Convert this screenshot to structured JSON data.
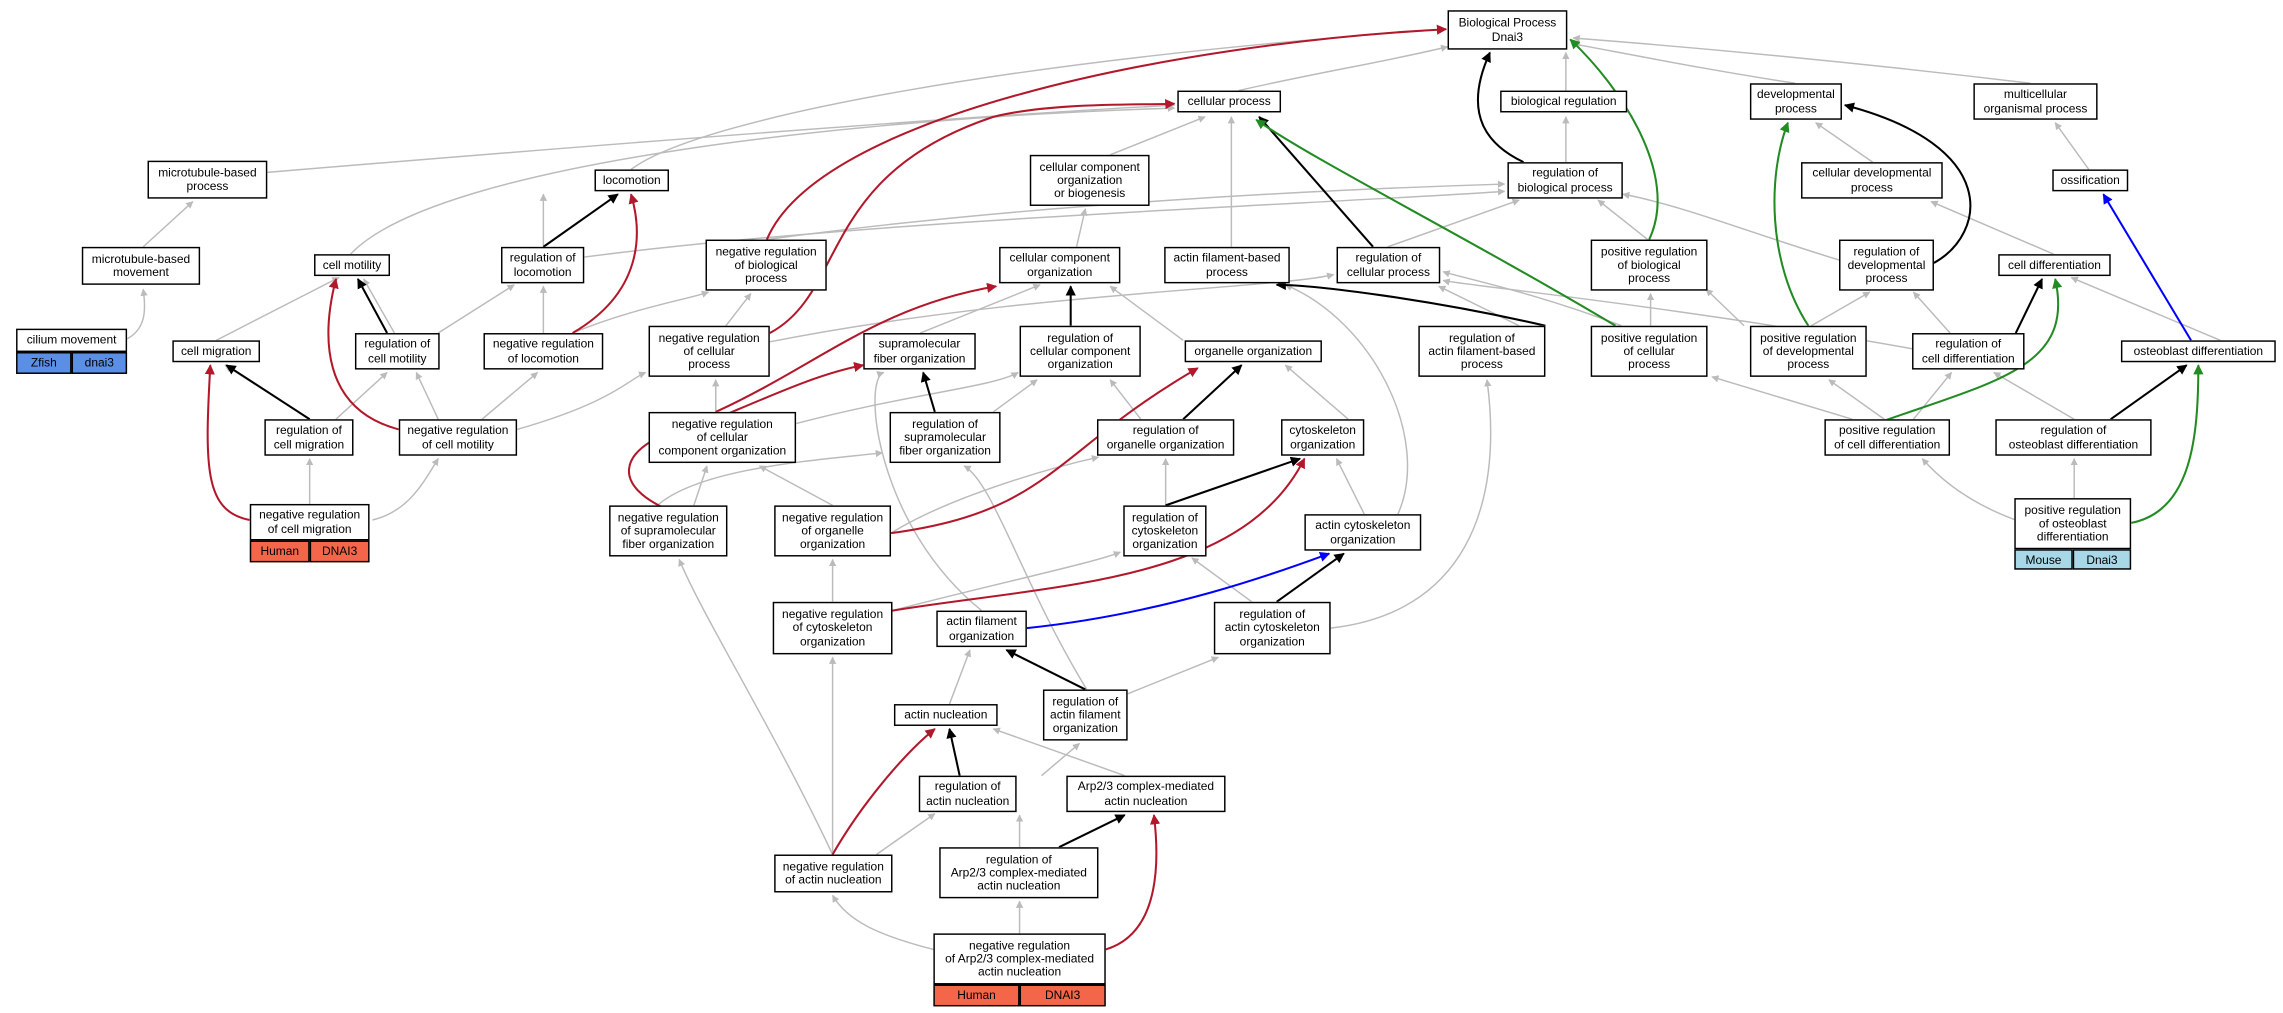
{
  "colors": {
    "regulates": "#b2182b",
    "positive": "#228b22",
    "negative_blue": "#0000ff",
    "is_a": "#000000",
    "gray": "#bbbbbb",
    "human": "#f4664a",
    "mouse": "#a8d8e8",
    "zfish": "#5b8fe6"
  },
  "nodes": {
    "root": "Biological Process\nDnai3",
    "cellular_process": "cellular process",
    "biological_regulation": "biological regulation",
    "developmental_process": "developmental\nprocess",
    "multicellular_process": "multicellular\norganismal process",
    "microtubule_process": "microtubule-based\nprocess",
    "locomotion": "locomotion",
    "cc_org_biogenesis": "cellular component\norganization\nor biogenesis",
    "reg_bio_process": "regulation of\nbiological process",
    "cell_dev_process": "cellular developmental\nprocess",
    "ossification": "ossification",
    "microtubule_movement": "microtubule-based\nmovement",
    "cell_motility": "cell motility",
    "reg_locomotion": "regulation of\nlocomotion",
    "neg_reg_bio_process": "negative regulation\nof biological\nprocess",
    "cc_organization": "cellular component\norganization",
    "actin_filament_process": "actin filament-based\nprocess",
    "reg_cell_process": "regulation of\ncellular process",
    "pos_reg_bio_process": "positive regulation\nof biological\nprocess",
    "reg_dev_process": "regulation of\ndevelopmental\nprocess",
    "cell_differentiation": "cell differentiation",
    "cilium_movement": "cilium movement",
    "cell_migration": "cell migration",
    "reg_cell_motility": "regulation of\ncell motility",
    "neg_reg_locomotion": "negative regulation\nof locomotion",
    "neg_reg_cell_process": "negative regulation\nof cellular\nprocess",
    "supramol_fiber_org": "supramolecular\nfiber organization",
    "reg_cc_org": "regulation of\ncellular component\norganization",
    "organelle_org": "organelle organization",
    "reg_actin_filament_process": "regulation of\nactin filament-based\nprocess",
    "pos_reg_cell_process": "positive regulation\nof cellular\nprocess",
    "pos_reg_dev_process": "positive regulation\nof developmental\nprocess",
    "reg_cell_diff": "regulation of\ncell differentiation",
    "osteoblast_diff": "osteoblast differentiation",
    "reg_cell_migration": "regulation of\ncell migration",
    "neg_reg_cell_motility": "negative regulation\nof cell motility",
    "neg_reg_cc_org": "negative regulation\nof cellular\ncomponent organization",
    "reg_supramol_fiber_org": "regulation of\nsupramolecular\nfiber organization",
    "reg_organelle_org": "regulation of\norganelle organization",
    "cytoskeleton_org": "cytoskeleton\norganization",
    "pos_reg_cell_diff": "positive regulation\nof cell differentiation",
    "reg_osteoblast_diff": "regulation of\nosteoblast differentiation",
    "neg_reg_cell_migration": "negative regulation\nof cell migration",
    "neg_reg_supramol_fiber_org": "negative regulation\nof supramolecular\nfiber organization",
    "neg_reg_organelle_org": "negative regulation\nof organelle\norganization",
    "reg_cytoskeleton_org": "regulation of\ncytoskeleton\norganization",
    "actin_cytoskeleton_org": "actin cytoskeleton\norganization",
    "pos_reg_osteoblast_diff": "positive regulation\nof osteoblast\ndifferentiation",
    "neg_reg_cytoskeleton_org": "negative regulation\nof cytoskeleton\norganization",
    "actin_filament_org": "actin filament\norganization",
    "reg_actin_cytoskeleton_org": "regulation of\nactin cytoskeleton\norganization",
    "reg_actin_filament_org": "regulation of\nactin filament\norganization",
    "actin_nucleation": "actin nucleation",
    "reg_actin_nucleation": "regulation of\nactin nucleation",
    "arp23_nucleation": "Arp2/3 complex-mediated\nactin nucleation",
    "neg_reg_actin_nucleation": "negative regulation\nof actin nucleation",
    "reg_arp23_nucleation": "regulation of\nArp2/3 complex-mediated\nactin nucleation",
    "neg_reg_arp23_nucleation": "negative regulation\nof Arp2/3 complex-mediated\nactin nucleation"
  },
  "annotations": {
    "cilium_movement": {
      "species": "Zfish",
      "gene": "dnai3"
    },
    "neg_reg_cell_migration": {
      "species": "Human",
      "gene": "DNAI3"
    },
    "pos_reg_osteoblast_diff": {
      "species": "Mouse",
      "gene": "Dnai3"
    },
    "neg_reg_arp23_nucleation": {
      "species": "Human",
      "gene": "DNAI3"
    }
  }
}
